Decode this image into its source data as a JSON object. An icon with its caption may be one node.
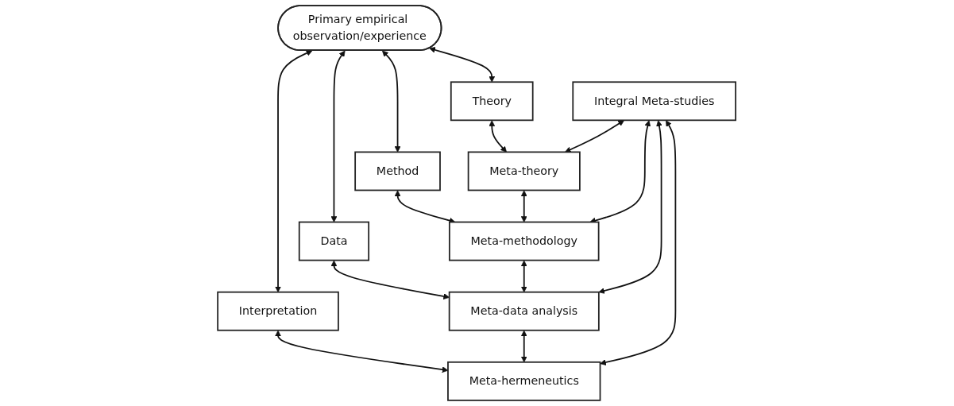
{
  "diagram": {
    "nodes": [
      {
        "text": [
          "Primary empirical observation/experience"
        ]
      },
      {
        "text": [
          "Theory"
        ]
      },
      {
        "text": [
          "Method"
        ]
      },
      {
        "text": [
          "Data"
        ]
      },
      {
        "text": [
          "Interpretation"
        ]
      },
      {
        "text": [
          "Meta-theory"
        ]
      },
      {
        "text": [
          "Meta-methodology"
        ]
      },
      {
        "text": [
          "Meta-data analysis"
        ]
      },
      {
        "text": [
          "Meta-hermeneutics"
        ]
      },
      {
        "text": [
          "Integral Meta-studies"
        ]
      }
    ],
    "edges": [
      {
        "from": 0,
        "to": 1,
        "arrow": "both"
      },
      {
        "from": 0,
        "to": 2,
        "arrow": "both"
      },
      {
        "from": 0,
        "to": 3,
        "arrow": "both"
      },
      {
        "from": 0,
        "to": 4,
        "arrow": "both"
      },
      {
        "from": 1,
        "to": 5,
        "arrow": "both"
      },
      {
        "from": 2,
        "to": 6,
        "arrow": "both"
      },
      {
        "from": 3,
        "to": 7,
        "arrow": "both"
      },
      {
        "from": 4,
        "to": 8,
        "arrow": "both"
      },
      {
        "from": 5,
        "to": 6,
        "arrow": "both"
      },
      {
        "from": 6,
        "to": 7,
        "arrow": "both"
      },
      {
        "from": 7,
        "to": 8,
        "arrow": "both"
      },
      {
        "from": 9,
        "to": 5,
        "arrow": "both"
      },
      {
        "from": 9,
        "to": 6,
        "arrow": "both"
      },
      {
        "from": 9,
        "to": 7,
        "arrow": "both"
      },
      {
        "from": 9,
        "to": 8,
        "arrow": "both"
      }
    ]
  }
}
